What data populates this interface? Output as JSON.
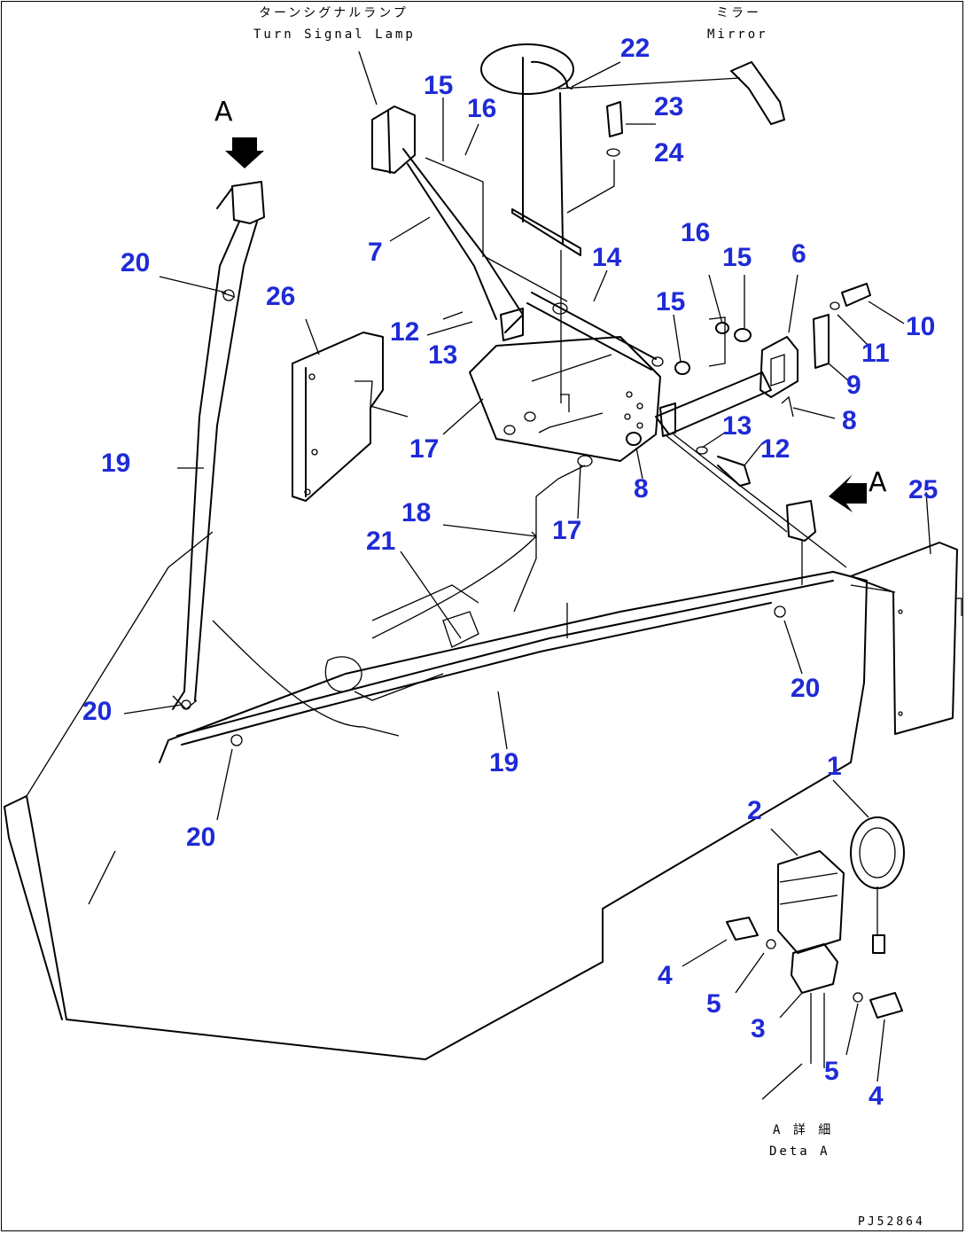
{
  "captions": {
    "turn_signal_jp": "ターンシグナルランプ",
    "turn_signal_en": "Turn Signal Lamp",
    "mirror_jp": "ミラー",
    "mirror_en": "Mirror",
    "detail_jp": "A 詳 細",
    "detail_en": "Deta A",
    "figure_code": "PJ52864",
    "view_letter": "A"
  },
  "callouts": [
    "1",
    "2",
    "3",
    "4",
    "5",
    "6",
    "7",
    "8",
    "9",
    "10",
    "11",
    "12",
    "13",
    "14",
    "15",
    "16",
    "17",
    "18",
    "19",
    "20",
    "21",
    "22",
    "23",
    "24",
    "25",
    "26"
  ],
  "label_color": "#1f2bd6"
}
